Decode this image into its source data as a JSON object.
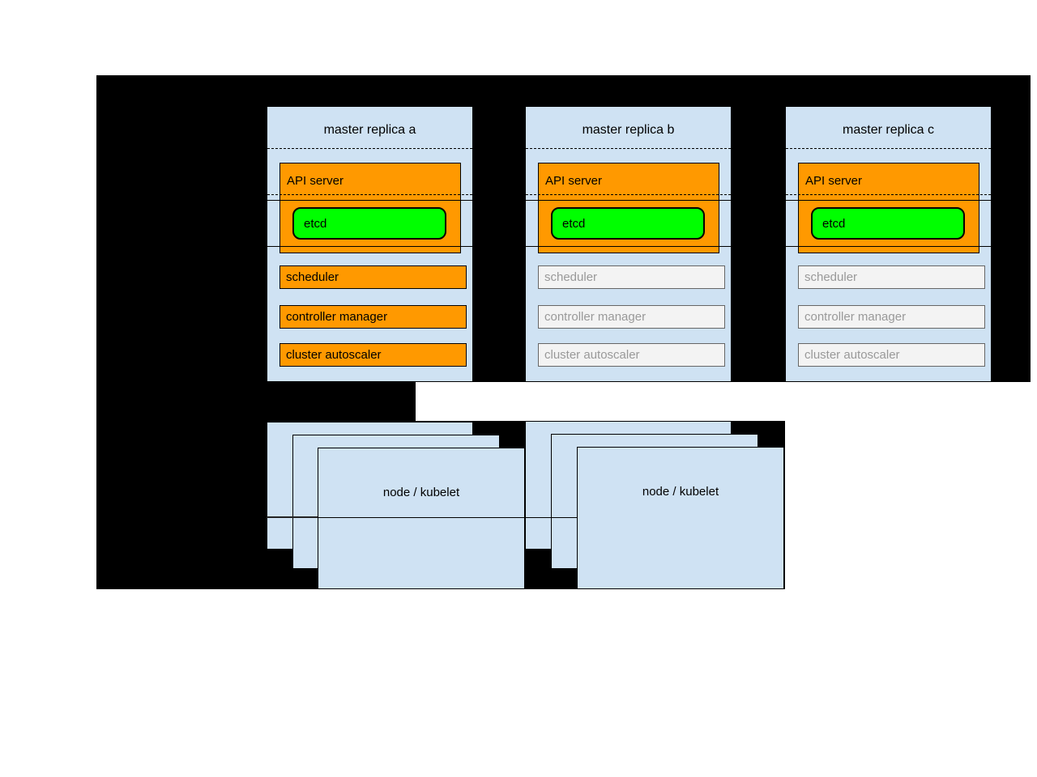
{
  "colors": {
    "canvas": "#000000",
    "box-fill": "#cfe2f3",
    "active-fill": "#ff9900",
    "etcd-fill": "#00ff00",
    "inactive-fill": "#f3f3f3",
    "inactive-border": "#666666",
    "inactive-text": "#999999"
  },
  "masters": [
    {
      "title": "master replica a",
      "api_server": "API server",
      "etcd": "etcd",
      "components": [
        {
          "label": "scheduler",
          "state": "active"
        },
        {
          "label": "controller manager",
          "state": "active"
        },
        {
          "label": "cluster autoscaler",
          "state": "active"
        }
      ]
    },
    {
      "title": "master replica b",
      "api_server": "API server",
      "etcd": "etcd",
      "components": [
        {
          "label": "scheduler",
          "state": "inactive"
        },
        {
          "label": "controller manager",
          "state": "inactive"
        },
        {
          "label": "cluster autoscaler",
          "state": "inactive"
        }
      ]
    },
    {
      "title": "master replica c",
      "api_server": "API server",
      "etcd": "etcd",
      "components": [
        {
          "label": "scheduler",
          "state": "inactive"
        },
        {
          "label": "controller manager",
          "state": "inactive"
        },
        {
          "label": "cluster autoscaler",
          "state": "inactive"
        }
      ]
    }
  ],
  "nodes": [
    {
      "label": "node / kubelet"
    },
    {
      "label": "node / kubelet"
    }
  ]
}
